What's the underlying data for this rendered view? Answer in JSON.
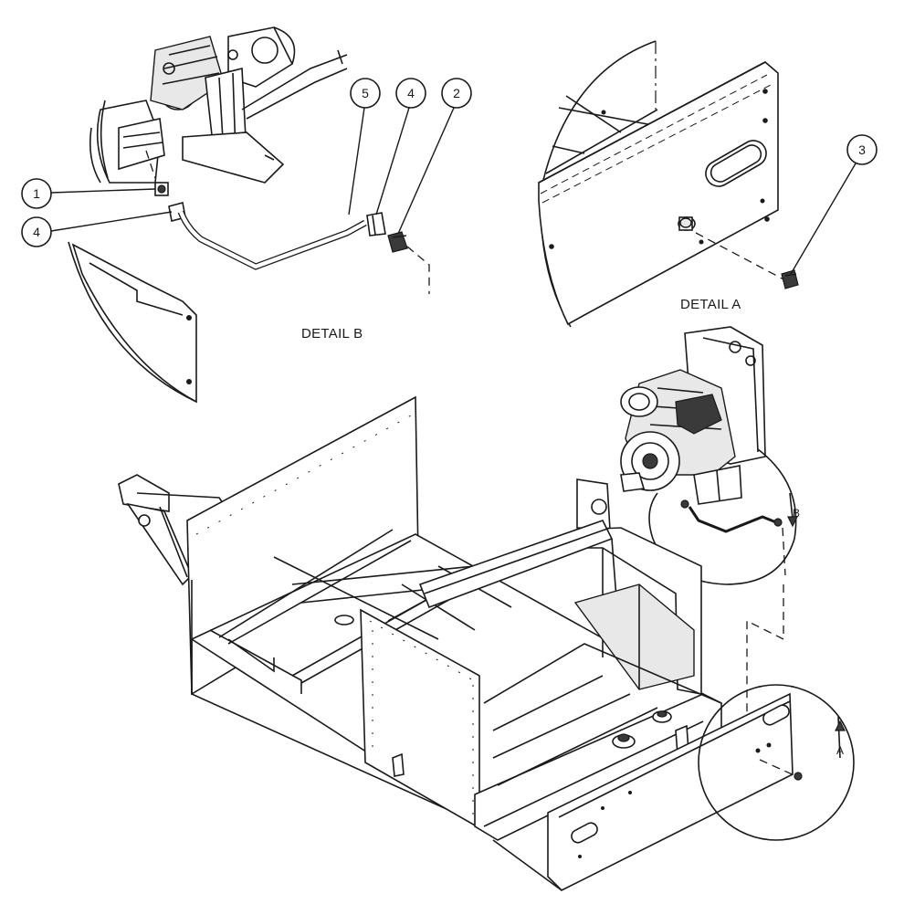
{
  "detail_b": {
    "title": "DETAIL B"
  },
  "detail_a": {
    "title": "DETAIL A"
  },
  "balloons": [
    {
      "id": "b1",
      "label": "1"
    },
    {
      "id": "b4a",
      "label": "4"
    },
    {
      "id": "b5",
      "label": "5"
    },
    {
      "id": "b4b",
      "label": "4"
    },
    {
      "id": "b2",
      "label": "2"
    },
    {
      "id": "b3",
      "label": "3"
    }
  ],
  "view_markers": {
    "a": "A",
    "b": "B"
  }
}
